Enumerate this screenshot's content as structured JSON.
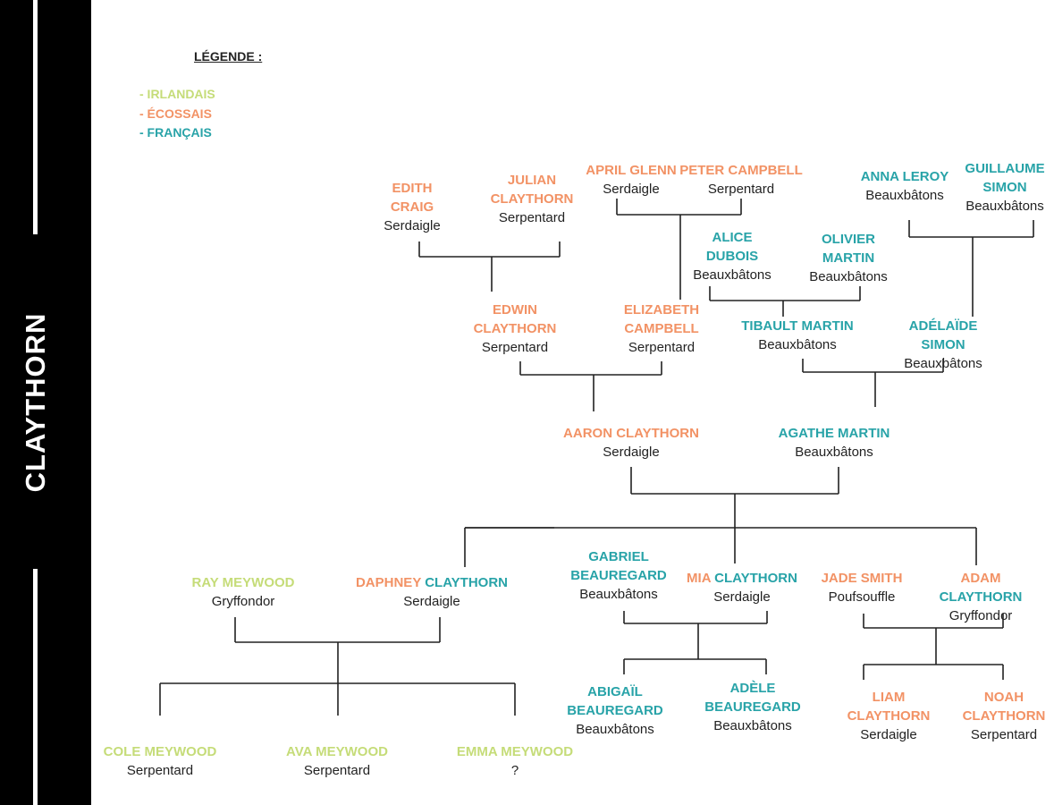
{
  "sidebar": {
    "title": "CLAYTHORN"
  },
  "legend": {
    "title": "LÉGENDE :",
    "items": [
      {
        "label": "- IRLANDAIS",
        "color": "#c5dc78"
      },
      {
        "label": "- ÉCOSSAIS",
        "color": "#f29265"
      },
      {
        "label": "- FRANÇAIS",
        "color": "#28a3a8"
      }
    ]
  },
  "colors": {
    "irish": "#c5dc78",
    "scottish": "#f29265",
    "french": "#28a3a8",
    "line": "#222222"
  },
  "people": {
    "edith": {
      "name": "EDITH\nCRAIG",
      "house": "Serdaigle",
      "origin": "scottish"
    },
    "julian": {
      "name": "JULIAN\nCLAYTHORN",
      "house": "Serpentard",
      "origin": "scottish"
    },
    "april": {
      "name": "APRIL GLENN",
      "house": "Serdaigle",
      "origin": "scottish"
    },
    "peter": {
      "name": "PETER CAMPBELL",
      "house": "Serpentard",
      "origin": "scottish"
    },
    "anna": {
      "name": "ANNA LEROY",
      "house": "Beauxbâtons",
      "origin": "french"
    },
    "guillaume": {
      "name": "GUILLAUME\nSIMON",
      "house": "Beauxbâtons",
      "origin": "french"
    },
    "alice": {
      "name": "ALICE\nDUBOIS",
      "house": "Beauxbâtons",
      "origin": "french"
    },
    "olivier": {
      "name": "OLIVIER\nMARTIN",
      "house": "Beauxbâtons",
      "origin": "french"
    },
    "edwin": {
      "name": "EDWIN\nCLAYTHORN",
      "house": "Serpentard",
      "origin": "scottish"
    },
    "elizabeth": {
      "name": "ELIZABETH\nCAMPBELL",
      "house": "Serpentard",
      "origin": "scottish"
    },
    "tibault": {
      "name": "TIBAULT MARTIN",
      "house": "Beauxbâtons",
      "origin": "french"
    },
    "adelaide": {
      "name": "ADÉLAÏDE SIMON",
      "house": "Beauxbâtons",
      "origin": "french"
    },
    "aaron": {
      "name": "AARON CLAYTHORN",
      "house": "Serdaigle",
      "origin": "scottish"
    },
    "agathe": {
      "name": "AGATHE MARTIN",
      "house": "Beauxbâtons",
      "origin": "french"
    },
    "ray": {
      "name": "RAY MEYWOOD",
      "house": "Gryffondor",
      "origin": "irish"
    },
    "daphney": {
      "name_first": "DAPHNEY",
      "name_last": "CLAYTHORN",
      "house": "Serdaigle",
      "origin": "scottish",
      "origin_last": "french"
    },
    "gabriel": {
      "name": "GABRIEL\nBEAUREGARD",
      "house": "Beauxbâtons",
      "origin": "french"
    },
    "mia": {
      "name_first": "MIA",
      "name_last": "CLAYTHORN",
      "house": "Serdaigle",
      "origin": "scottish",
      "origin_last": "french"
    },
    "jade": {
      "name": "JADE SMITH",
      "house": "Poufsouffle",
      "origin": "scottish"
    },
    "adam": {
      "name_first": "ADAM",
      "name_last": "CLAYTHORN",
      "house": "Gryffondor",
      "origin": "scottish",
      "origin_last": "french"
    },
    "cole": {
      "name": "COLE MEYWOOD",
      "house": "Serpentard",
      "origin": "irish"
    },
    "ava": {
      "name": "AVA MEYWOOD",
      "house": "Serpentard",
      "origin": "irish"
    },
    "emma": {
      "name": "EMMA MEYWOOD",
      "house": "?",
      "origin": "irish"
    },
    "abigail": {
      "name": "ABIGAÏL\nBEAUREGARD",
      "house": "Beauxbâtons",
      "origin": "french"
    },
    "adele": {
      "name": "ADÈLE\nBEAUREGARD",
      "house": "Beauxbâtons",
      "origin": "french"
    },
    "liam": {
      "name": "LIAM\nCLAYTHORN",
      "house": "Serdaigle",
      "origin": "scottish"
    },
    "noah": {
      "name": "NOAH\nCLAYTHORN",
      "house": "Serpentard",
      "origin": "scottish"
    }
  }
}
